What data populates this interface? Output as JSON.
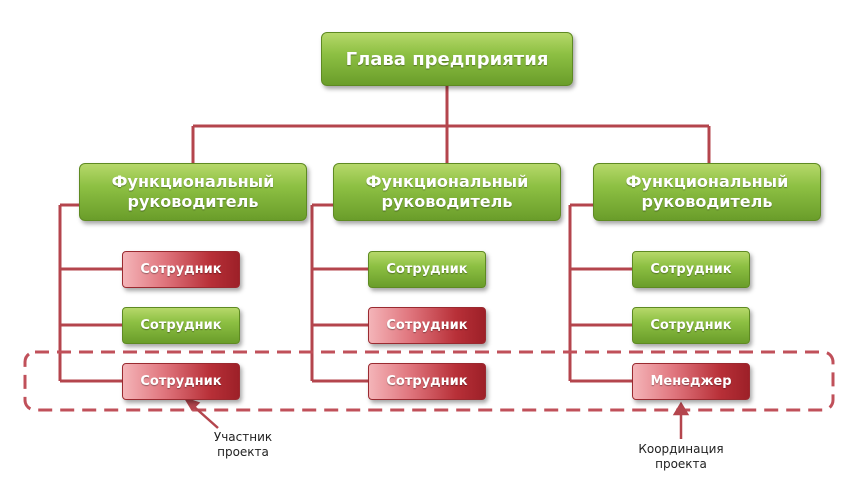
{
  "head": {
    "label": "Глава предприятия"
  },
  "columns": [
    {
      "manager": "Функциональный\nруководитель",
      "employees": [
        "Сотрудник",
        "Сотрудник",
        "Сотрудник"
      ]
    },
    {
      "manager": "Функциональный\nруководитель",
      "employees": [
        "Сотрудник",
        "Сотрудник",
        "Сотрудник"
      ]
    },
    {
      "manager": "Функциональный\nруководитель",
      "employees": [
        "Сотрудник",
        "Сотрудник",
        "Менеджер"
      ]
    }
  ],
  "annotations": {
    "participant": "Участник\nпроекта",
    "coordination": "Координация\nпроекта"
  },
  "colors": {
    "connector": "#b4454d",
    "dashed_frame": "#c0505a",
    "green_box": "#8dc043",
    "red_box": "#b83038"
  }
}
